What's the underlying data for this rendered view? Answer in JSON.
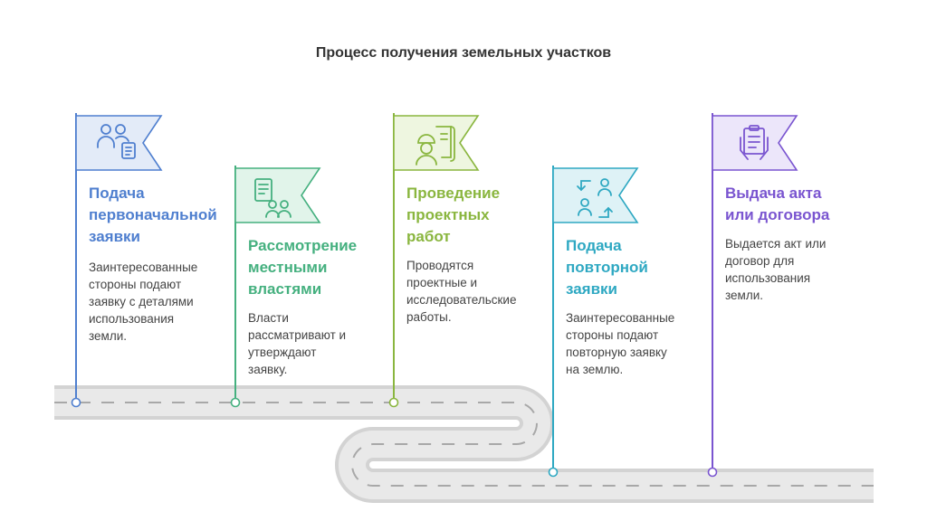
{
  "title": "Процесс получения земельных участков",
  "steps": [
    {
      "title": "Подача\nпервоначальной\nзаявки",
      "description": "Заинтересованные\nстороны подают\nзаявку с деталями\nиспользования\nземли.",
      "icon": "people-document-icon",
      "color": "#4f7fcf"
    },
    {
      "title": "Рассмотрение\nместными\nвластями",
      "description": "Власти\nрассматривают и\nутверждают\nзаявку.",
      "icon": "document-people-icon",
      "color": "#45b07f"
    },
    {
      "title": "Проведение\nпроектных\nработ",
      "description": "Проводятся\nпроектные и\nисследовательские\nработы.",
      "icon": "engineer-blueprint-icon",
      "color": "#8ab63f"
    },
    {
      "title": "Подача\nповторной\nзаявки",
      "description": "Заинтересованные\nстороны подают\nповторную заявку\nна землю.",
      "icon": "people-exchange-icon",
      "color": "#2ea8c2"
    },
    {
      "title": "Выдача акта\nили договора",
      "description": "Выдается акт или\nдоговор для\nиспользования\nземли.",
      "icon": "hands-clipboard-icon",
      "color": "#7a55d0"
    }
  ]
}
